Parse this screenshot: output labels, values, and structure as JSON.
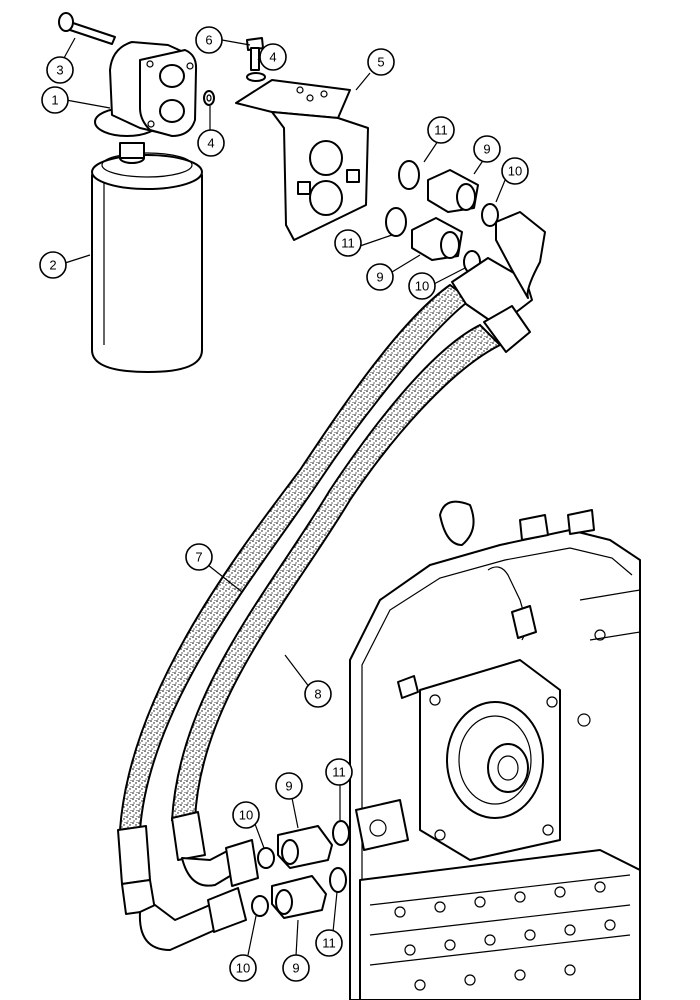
{
  "colors": {
    "ink": "#000000",
    "paper": "#ffffff"
  },
  "callouts": [
    {
      "label": "1",
      "part": "filter-head"
    },
    {
      "label": "2",
      "part": "filter-element"
    },
    {
      "label": "3",
      "part": "bolt"
    },
    {
      "label": "4",
      "part": "washer"
    },
    {
      "label": "4",
      "part": "washer"
    },
    {
      "label": "5",
      "part": "mounting-bracket"
    },
    {
      "label": "6",
      "part": "bolt"
    },
    {
      "label": "7",
      "part": "hose"
    },
    {
      "label": "8",
      "part": "hose"
    },
    {
      "label": "9",
      "part": "adapter"
    },
    {
      "label": "9",
      "part": "adapter"
    },
    {
      "label": "9",
      "part": "adapter"
    },
    {
      "label": "9",
      "part": "adapter"
    },
    {
      "label": "10",
      "part": "o-ring"
    },
    {
      "label": "10",
      "part": "o-ring"
    },
    {
      "label": "10",
      "part": "o-ring"
    },
    {
      "label": "10",
      "part": "o-ring"
    },
    {
      "label": "11",
      "part": "o-ring"
    },
    {
      "label": "11",
      "part": "o-ring"
    },
    {
      "label": "11",
      "part": "o-ring"
    },
    {
      "label": "11",
      "part": "o-ring"
    }
  ]
}
